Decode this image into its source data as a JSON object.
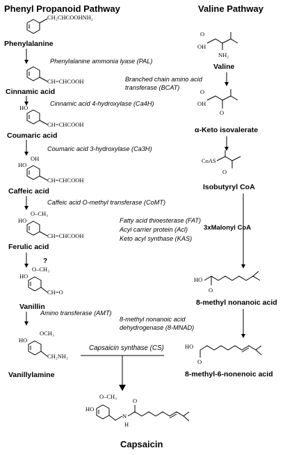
{
  "headers": {
    "left": "Phenyl Propanoid Pathway",
    "right": "Valine Pathway"
  },
  "left_compounds": {
    "phenylalanine": "Phenylalanine",
    "cinnamic": "Cinnamic acid",
    "coumaric": "Coumaric acid",
    "caffeic": "Caffeic acid",
    "ferulic": "Ferulic acid",
    "vanillin": "Vanillin",
    "vanillylamine": "Vanillylamine"
  },
  "right_compounds": {
    "valine": "Valine",
    "keto": "α-Keto isovalerate",
    "isobutyryl": "Isobutyryl CoA",
    "nonanoic": "8-methyl nonanoic acid",
    "nonenoic": "8-methyl-6-nonenoic acid"
  },
  "left_enzymes": {
    "pal": "Phenylalanine ammonia lyase (PAL)",
    "ca4h": "Cinnamic acid 4-hydroxylase (Ca4H)",
    "ca3h": "Coumaric acid 3-hydroxylase (Ca3H)",
    "comt": "Caffeic acid O-methyl transferase (CoMT)",
    "unknown": "?",
    "amt": "Amino transferase (AMT)"
  },
  "right_enzymes": {
    "bcat_1": "Branched chain amino acid",
    "bcat_2": "transferase (BCAT)",
    "fat": "Fatty acid thioesterase (FAT)",
    "acl": "Acyl carrier protein (Acl)",
    "kas": "Keto acyl synthase (KAS)",
    "malonyl": "3xMalonyl CoA",
    "mnad_1": "8-methyl nonanoic acid",
    "mnad_2": "dehydrogenase (8-MNAD)"
  },
  "final": {
    "cs_enzyme": "Capsaicin synthase (CS)",
    "capsaicin": "Capsaicin"
  },
  "structure_labels": {
    "phe_chain": "CH₂CHCOOHNH₂",
    "cin_chain": "CH=CHCOOH",
    "cou_chain": "CH=CHCOOH",
    "caf_chain": "CH=CHCOOH",
    "fer_chain": "CH=CHCOOH",
    "van_chain": "CH=O",
    "vla_chain": "CH₂NH₂",
    "ho": "HO",
    "och3": "O–CH₃",
    "och3_b": "OCH₃",
    "oh": "OH",
    "o": "O",
    "nh2": "NH₂",
    "coas": "CoAS",
    "n": "N",
    "h": "H"
  }
}
